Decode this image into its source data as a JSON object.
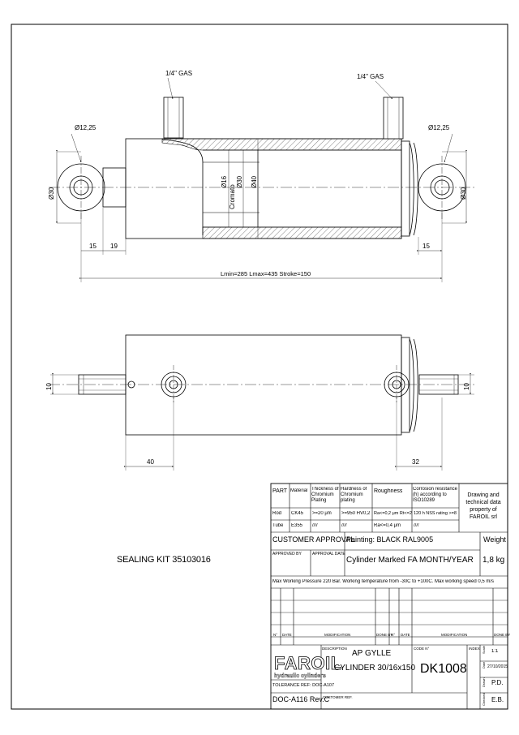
{
  "drawing": {
    "top_view": {
      "port_left_label": "1/4\" GAS",
      "port_right_label": "1/4\" GAS",
      "eye_left_diameter": "Ø12,25",
      "eye_right_diameter": "Ø12,25",
      "eye_left_outer": "Ø30",
      "eye_right_outer": "Ø30",
      "rod_diameter": "Ø16",
      "rod_finish": "Cromato",
      "bore_diameter": "Ø30",
      "tube_diameter": "Ø40",
      "dim_left_a": "15",
      "dim_left_b": "19",
      "dim_right": "15",
      "length_note": "Lmin=285 Lmax=435 Stroke=150"
    },
    "side_view": {
      "thickness_left": "10",
      "thickness_right": "10",
      "offset_left": "40",
      "offset_right": "32"
    },
    "sealing_kit": "SEALING KIT 35103016"
  },
  "title_block": {
    "spec_headers": [
      "PART",
      "Material",
      "Thickness of Chromium Plating",
      "Hardness of Chromium plating",
      "Roughness",
      "Corrosion resistance (h) according to ISO10289"
    ],
    "spec_rows": [
      [
        "Rod",
        "CK45",
        ">=20 μm",
        ">=950 HV0,2",
        "Ra<=0,2 μm Rt<=2 μm",
        "120 h NSS rating >=8"
      ],
      [
        "Tube",
        "E355",
        "////",
        "////",
        "Ra<=0,4 μm",
        "////"
      ]
    ],
    "property_note": "Drawing and technical data property of FAROIL srl",
    "customer_approval": "CUSTOMER APPROVAL",
    "approved_by": "APPROVED BY",
    "approval_date": "APPROVAL DATE",
    "painting": "Painting: BLACK RAL9005",
    "marking": "Cylinder Marked FA MONTH/YEAR",
    "weight_label": "Weight",
    "weight_value": "1,8 kg",
    "working_note": "Max Working Pressure 220 Bar. Working temperature from -30C to +100C. Max working speed 0,5 m/s",
    "rev_headers": {
      "n": "N°",
      "date": "DATE",
      "modification": "MODIFICATION",
      "done_by": "DONE BY",
      "n2": "N°",
      "date2": "DATE",
      "modification2": "MODIFICATION",
      "done_by2": "DONE BY"
    },
    "logo_brand": "FAROIL",
    "logo_sub": "hydraulic cylinders",
    "description_label": "DESCRIPTION",
    "description_line1": "AP GYLLE",
    "description_line2": "CYLINDER 30/16x150",
    "code_label": "CODE N°",
    "code_value": "DK1008",
    "index_label": "INDEX",
    "scale_label": "Scale",
    "scale_value": "1:1",
    "date_label": "Date",
    "date_value": "27/10/2015",
    "drawn_label": "Drawn",
    "drawn_value": "P.D.",
    "checked_label": "Checked",
    "checked_value": "E.B.",
    "tolerance_ref": "TOLERANCE REF: DOC-A107",
    "doc_ref": "DOC-A116 Rev.C",
    "customer_ref": "CUSTOMER REF."
  }
}
